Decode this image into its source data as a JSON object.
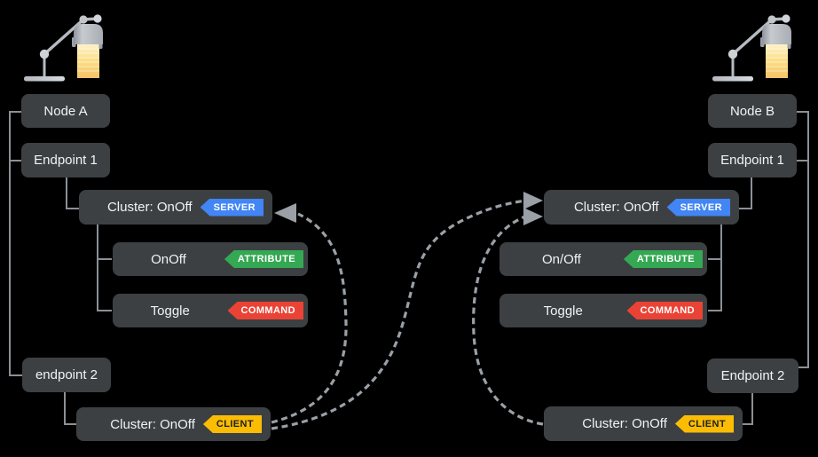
{
  "left": {
    "node": "Node A",
    "endpoint1": "Endpoint 1",
    "server_cluster": "Cluster: OnOff",
    "server_badge": "SERVER",
    "attribute_label": "OnOff",
    "attribute_badge": "ATTRIBUTE",
    "command_label": "Toggle",
    "command_badge": "COMMAND",
    "endpoint2": "endpoint 2",
    "client_cluster": "Cluster: OnOff",
    "client_badge": "CLIENT"
  },
  "right": {
    "node": "Node B",
    "endpoint1": "Endpoint 1",
    "server_cluster": "Cluster: OnOff",
    "server_badge": "SERVER",
    "attribute_label": "On/Off",
    "attribute_badge": "ATTRIBUTE",
    "command_label": "Toggle",
    "command_badge": "COMMAND",
    "endpoint2": "Endpoint 2",
    "client_cluster": "Cluster: OnOff",
    "client_badge": "CLIENT"
  },
  "badge_colors": {
    "server": "#4285F4",
    "attribute": "#34A853",
    "command": "#EA4335",
    "client": "#FBBC04"
  },
  "connections": [
    {
      "from": "node-a-endpoint2-client",
      "to": "node-a-endpoint1-server"
    },
    {
      "from": "node-a-endpoint2-client",
      "to": "node-b-endpoint1-server"
    },
    {
      "from": "node-b-endpoint2-client",
      "to": "node-b-endpoint1-server"
    }
  ]
}
